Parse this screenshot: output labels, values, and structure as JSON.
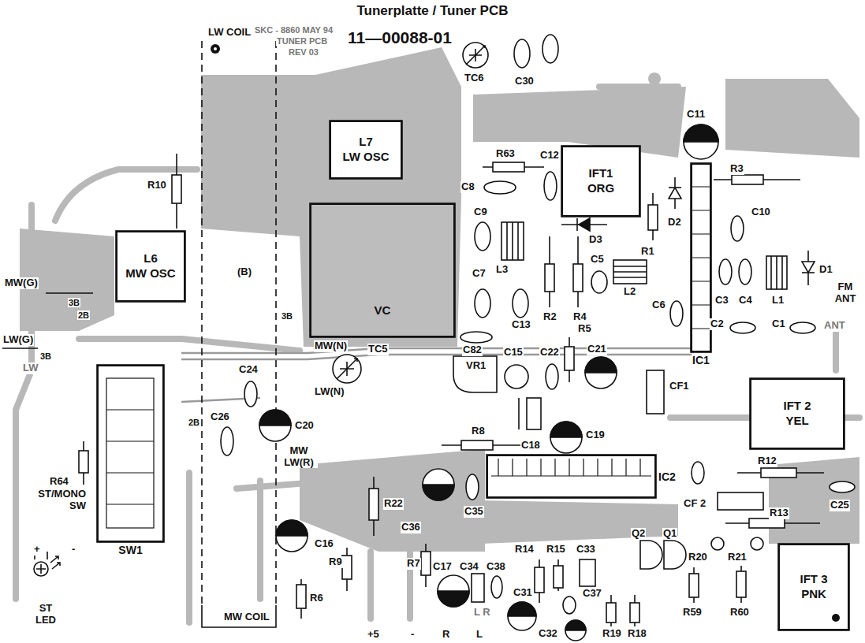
{
  "diagram": {
    "title": "Tunerplatte / Tuner PCB",
    "nodes": [
      {
        "text": [
          "L7",
          "LW OSC"
        ]
      },
      {
        "text": [
          "IFT1",
          "ORG"
        ]
      },
      {
        "text": [
          "L6",
          "MW OSC"
        ]
      },
      {
        "text": [
          "VC"
        ]
      },
      {
        "text": [
          "IC1"
        ]
      },
      {
        "text": [
          "IFT 2",
          "YEL"
        ]
      },
      {
        "text": [
          "IC2"
        ]
      },
      {
        "text": [
          "SW1"
        ]
      },
      {
        "text": [
          "IFT 3",
          "PNK"
        ]
      }
    ],
    "labels": [
      "LW COIL",
      "SKC - 8860 MAY 94",
      "TUNER PCB",
      "REV 03",
      "11—00088-01",
      "TC6",
      "C30",
      "C11",
      "R63",
      "C12",
      "C8",
      "R3",
      "C9",
      "D2",
      "C10",
      "R10",
      "D3",
      "R1",
      "L3",
      "C5",
      "C7",
      "L2",
      "D1",
      "FM ANT",
      "C6",
      "C3",
      "C4",
      "L1",
      "MW(G)",
      "(B)",
      "3B",
      "2B",
      "C13",
      "R2",
      "R4",
      "C2",
      "C1",
      "ANT",
      "3B",
      "LW(G)",
      "3B",
      "LW",
      "R5",
      "C82",
      "MW(N)",
      "TC5",
      "VR1",
      "C15",
      "C22",
      "C21",
      "C24",
      "LW(N)",
      "CF1",
      "C20",
      "C26",
      "2B",
      "R8",
      "C19",
      "C18",
      "MW LW(R)",
      "R64",
      "ST/MONO SW",
      "R12",
      "C36",
      "C35",
      "R22",
      "C25",
      "CF 2",
      "R13",
      "Q2",
      "Q1",
      "R20",
      "R21",
      "R14",
      "R15",
      "C33",
      "C16",
      "+",
      "-",
      "C17",
      "C34",
      "C38",
      "R7",
      "R9",
      "R6",
      "L R",
      "C31",
      "C37",
      "R59",
      "R60",
      "ST LED",
      "MW COIL",
      "C32",
      "R19",
      "R18",
      "+5",
      "-",
      "R",
      "L"
    ]
  }
}
